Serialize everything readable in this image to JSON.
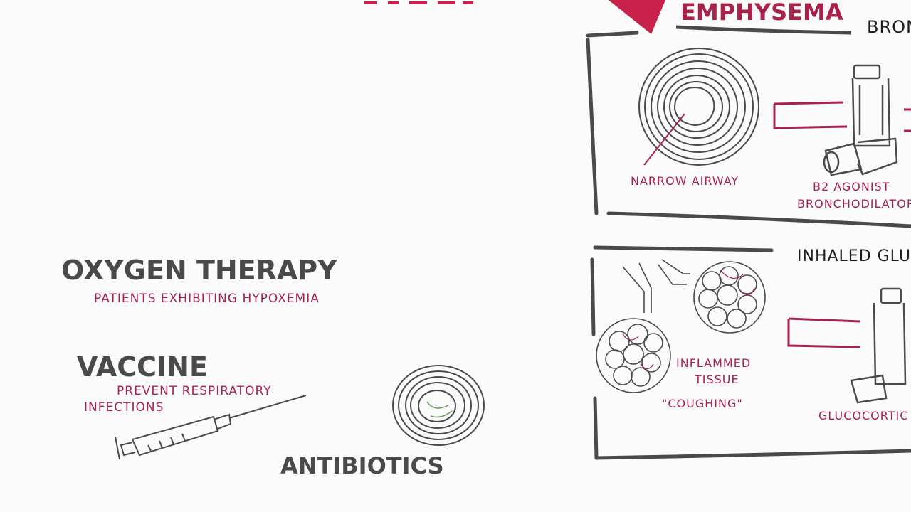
{
  "left": {
    "oxygen_therapy": {
      "title": "OXYGEN THERAPY",
      "note": "PATIENTS EXHIBITING HYPOXEMIA"
    },
    "vaccine": {
      "title": "VACCINE",
      "note_line1": "PREVENT RESPIRATORY",
      "note_line2": "INFECTIONS"
    },
    "antibiotics": {
      "title": "ANTIBIOTICS"
    }
  },
  "right": {
    "emphysema_label": "EMPHYSEMA",
    "top_header_partial": "BRON",
    "panel_top": {
      "narrow_airway": "NARROW AIRWAY",
      "agonist_line1": "B2 AGONIST",
      "agonist_line2": "BRONCHODILATOR"
    },
    "bottom_header_partial": "INHALED GLUC",
    "panel_bottom": {
      "inflamed_line1": "INFLAMMED",
      "inflamed_line2": "TISSUE",
      "coughing": "\"COUGHING\"",
      "glucocorticoid_partial": "GLUCOCORTIC"
    }
  },
  "colors": {
    "ink": "#4a4a4c",
    "accent": "#a8224a",
    "green": "#6a9a5a"
  },
  "icons": [
    "syringe-icon",
    "airway-cross-section-icon",
    "inhaler-icon",
    "alveoli-icon"
  ]
}
